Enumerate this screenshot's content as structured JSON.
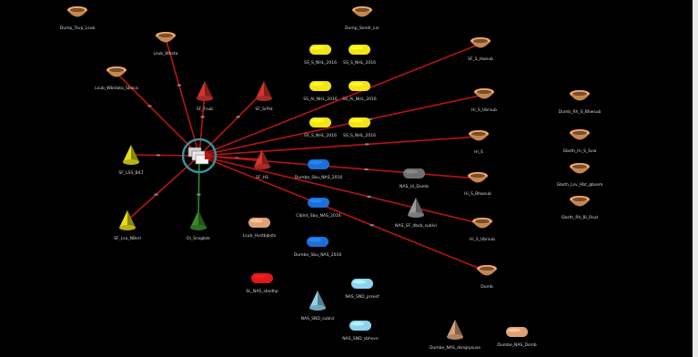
{
  "window": {
    "title": ""
  },
  "colors": {
    "background": "#000000",
    "link": "#b81414",
    "link_alt": "#2f8a2f",
    "hub_ring": "#3b8f98",
    "basket": "#c58650",
    "cone_red": "#d6342e",
    "cone_yellow": "#e6de1a",
    "cone_green": "#3a8a2a",
    "cone_gray": "#9a9a9a",
    "cone_light_blue": "#8fd0ea",
    "cone_peach": "#d9a27a",
    "pill_yellow": "#f2e31a",
    "pill_blue": "#1d6fd6",
    "pill_light_blue": "#8fd3f0",
    "pill_red": "#e01818",
    "pill_peach": "#e0a078",
    "pill_gray": "#6f6f6f"
  },
  "hub": {
    "icon": "database-hub-icon",
    "label": ""
  },
  "nodes": [
    {
      "id": "n1",
      "shape": "basket",
      "color": "basket",
      "label": "Dump_Tsvp_Lsub"
    },
    {
      "id": "n2",
      "shape": "basket",
      "color": "basket",
      "label": "Dump_Sendr_Lsr"
    },
    {
      "id": "n3",
      "shape": "basket",
      "color": "basket",
      "label": "Lsub_Wbsta"
    },
    {
      "id": "n4",
      "shape": "basket",
      "color": "basket",
      "label": "Lsub_Wbstata_Sbaca"
    },
    {
      "id": "n5",
      "shape": "cone",
      "color": "cone_red",
      "label": "SF_Fsub"
    },
    {
      "id": "n6",
      "shape": "cone",
      "color": "cone_red",
      "label": "SF_SrPst"
    },
    {
      "id": "n7",
      "shape": "pill",
      "color": "pill_yellow",
      "label": "SS_S_NHL_2016"
    },
    {
      "id": "n8",
      "shape": "pill",
      "color": "pill_yellow",
      "label": "SS_S_NHL_2016"
    },
    {
      "id": "n9",
      "shape": "pill",
      "color": "pill_yellow",
      "label": "SS_Ai_NHL_2016"
    },
    {
      "id": "n10",
      "shape": "pill",
      "color": "pill_yellow",
      "label": "SS_Ai_NHL_2016"
    },
    {
      "id": "n11",
      "shape": "pill",
      "color": "pill_yellow",
      "label": "SS_S_NHL_2016"
    },
    {
      "id": "n12",
      "shape": "pill",
      "color": "pill_yellow",
      "label": "SS_S_NHL_2016"
    },
    {
      "id": "n13",
      "shape": "basket",
      "color": "basket",
      "label": "SF_S_Hwsub"
    },
    {
      "id": "n14",
      "shape": "basket",
      "color": "basket",
      "label": "Hi_S_Ubrsub"
    },
    {
      "id": "n15",
      "shape": "basket",
      "color": "basket",
      "label": "Hi_S"
    },
    {
      "id": "n16",
      "shape": "cone",
      "color": "cone_yellow",
      "label": "SF_LSS_BILT"
    },
    {
      "id": "n17",
      "shape": "cone",
      "color": "cone_red",
      "label": "SF_HS"
    },
    {
      "id": "n18",
      "shape": "pill",
      "color": "pill_blue",
      "label": "Dumbe_Sbu_NAS_2016"
    },
    {
      "id": "n19",
      "shape": "pill",
      "color": "pill_gray",
      "label": "NAS_Ui_Dumb"
    },
    {
      "id": "n20",
      "shape": "basket",
      "color": "basket",
      "label": "Hi_S_Bhwsub"
    },
    {
      "id": "n21",
      "shape": "basket",
      "color": "basket",
      "label": "Dumb_Rh_S_Bhwsub"
    },
    {
      "id": "n22",
      "shape": "basket",
      "color": "basket",
      "label": "Gbsth_Hi_S_Svw"
    },
    {
      "id": "n23",
      "shape": "basket",
      "color": "basket",
      "label": "Gbsth_Lsv_Hbt_gbsem"
    },
    {
      "id": "n24",
      "shape": "basket",
      "color": "basket",
      "label": "Gbsth_Rh_Bi_Rsut"
    },
    {
      "id": "n25",
      "shape": "pill",
      "color": "pill_blue",
      "label": "Clblnt_Sbu_NAS_2016"
    },
    {
      "id": "n26",
      "shape": "cone",
      "color": "cone_gray",
      "label": "NAS_SF_dbsb_sublvl"
    },
    {
      "id": "n27",
      "shape": "basket",
      "color": "basket",
      "label": "Hi_S_Ubrsub"
    },
    {
      "id": "n28",
      "shape": "cone",
      "color": "cone_yellow",
      "label": "SF_Lsu_NBsH"
    },
    {
      "id": "n29",
      "shape": "cone",
      "color": "cone_green",
      "label": "Di_Snsgbsk"
    },
    {
      "id": "n30",
      "shape": "pill",
      "color": "pill_peach",
      "label": "Lsub_Hvstbjbsts"
    },
    {
      "id": "n31",
      "shape": "pill",
      "color": "pill_blue",
      "label": "Dumbe_Sbu_NAS_2016"
    },
    {
      "id": "n32",
      "shape": "basket",
      "color": "basket",
      "label": "Dumb"
    },
    {
      "id": "n33",
      "shape": "pill",
      "color": "pill_red",
      "label": "SL_NAS_sbsdhp"
    },
    {
      "id": "n34",
      "shape": "pill",
      "color": "pill_light_blue",
      "label": "NAS_SND_prsesf"
    },
    {
      "id": "n35",
      "shape": "cone",
      "color": "cone_light_blue",
      "label": "NAS_SND_sublvl"
    },
    {
      "id": "n36",
      "shape": "pill",
      "color": "pill_light_blue",
      "label": "NAS_SND_sbhsvn"
    },
    {
      "id": "n37",
      "shape": "cone",
      "color": "cone_peach",
      "label": "Dumbe_NAS_dsngrpsuse"
    },
    {
      "id": "n38",
      "shape": "pill",
      "color": "pill_peach",
      "label": "Dumbe_NAS_Dsmb"
    }
  ],
  "links": [
    {
      "to": "n3",
      "kind": "red"
    },
    {
      "to": "n4",
      "kind": "red"
    },
    {
      "to": "n5",
      "kind": "red"
    },
    {
      "to": "n6",
      "kind": "red"
    },
    {
      "to": "n13",
      "kind": "red"
    },
    {
      "to": "n14",
      "kind": "red"
    },
    {
      "to": "n15",
      "kind": "red"
    },
    {
      "to": "n16",
      "kind": "red"
    },
    {
      "to": "n17",
      "kind": "red"
    },
    {
      "to": "n20",
      "kind": "red"
    },
    {
      "to": "n27",
      "kind": "red"
    },
    {
      "to": "n32",
      "kind": "red"
    },
    {
      "to": "n28",
      "kind": "red"
    },
    {
      "to": "n29",
      "kind": "green"
    }
  ]
}
